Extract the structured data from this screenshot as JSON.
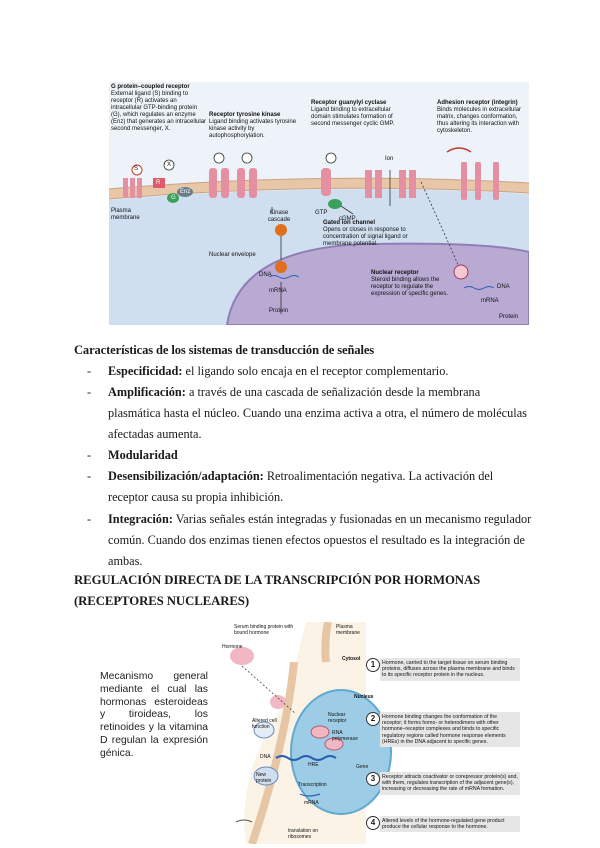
{
  "figure_top": {
    "gpcr_title": "G protein–coupled receptor",
    "gpcr_text": "External ligand (S) binding to receptor (R) activates an intracellular GTP-binding protein (G), which regulates an enzyme (Enz) that generates an intracellular second messenger, X.",
    "rtk_title": "Receptor tyrosine kinase",
    "rtk_text": "Ligand binding activates tyrosine kinase activity by autophosphorylation.",
    "guanylyl_title": "Receptor guanylyl cyclase",
    "guanylyl_text": "Ligand binding to extracellular domain stimulates formation of second messenger cyclic GMP.",
    "adhesion_title": "Adhesion receptor (integrin)",
    "adhesion_text": "Binds molecules in extracellular matrix, changes conformation, thus altering its interaction with cytoskeleton.",
    "plasma_membrane": "Plasma membrane",
    "kinase_cascade": "Kinase cascade",
    "nuclear_envelope": "Nuclear envelope",
    "gated_title": "Gated ion channel",
    "gated_text": "Opens or closes in response to concentration of signal ligand or membrane potential.",
    "nuclear_title": "Nuclear receptor",
    "nuclear_text": "Steroid binding allows the receptor to regulate the expression of specific genes.",
    "ion": "Ion",
    "gtp": "GTP",
    "cgmp": "cGMP",
    "dna": "DNA",
    "mrna": "mRNA",
    "protein": "Protein",
    "dna2": "DNA",
    "mrna2": "mRNA",
    "protein2": "Protein",
    "s_label": "S",
    "r_label": "R",
    "g_label": "G",
    "enz_label": "Enz",
    "x_label": "X"
  },
  "section1": {
    "heading": "Características de los sistemas de transducción de señales",
    "items": [
      {
        "dash": "-",
        "term": "Especificidad:",
        "text": " el ligando solo encaja en el receptor complementario."
      },
      {
        "dash": "-",
        "term": "Amplificación:",
        "text": " a través de una cascada de señalización desde la membrana plasmática hasta el núcleo. Cuando una enzima activa a otra, el número de moléculas afectadas aumenta."
      },
      {
        "dash": "-",
        "term": "Modularidad",
        "text": ""
      },
      {
        "dash": "-",
        "term": "Desensibilización/adaptación:",
        "text": " Retroalimentación negativa. La activación del receptor causa su propia inhibición."
      },
      {
        "dash": "-",
        "term": "Integración:",
        "text": " Varias señales están integradas y fusionadas en un mecanismo regulador común. Cuando dos enzimas tienen efectos opuestos el resultado es la integración de ambas."
      }
    ]
  },
  "section2": {
    "heading_line1": "REGULACIÓN DIRECTA DE LA TRANSCRIPCIÓN POR HORMONAS",
    "heading_line2": "(RECEPTORES NUCLEARES)"
  },
  "leftbox": {
    "text": "Mecanismo general mediante el cual las hormonas esteroideas y tiroideas, los retinoides y la vitamina D regulan la expresión génica."
  },
  "figure_bottom": {
    "serum_label": "Serum binding protein with bound hormone",
    "hormone_label": "Hormone",
    "plasma_membrane": "Plasma membrane",
    "cytosol": "Cytosol",
    "nucleus": "Nucleus",
    "nuclear_receptor": "Nuclear receptor",
    "rna_polymerase": "RNA polymerase",
    "altered_cell": "Altered cell function",
    "dna": "DNA",
    "hre": "HRE",
    "gene": "Gene",
    "transcription": "Transcription",
    "mrna": "mRNA",
    "new_protein": "New protein",
    "translation": "translation on ribosomes",
    "steps": [
      {
        "num": "1",
        "text": "Hormone, carried to the target tissue on serum binding proteins, diffuses across the plasma membrane and binds to its specific receptor protein in the nucleus."
      },
      {
        "num": "2",
        "text": "Hormone binding changes the conformation of the receptor; it forms homo- or heterodimers with other hormone–receptor complexes and binds to specific regulatory regions called hormone response elements (HREs) in the DNA adjacent to specific genes."
      },
      {
        "num": "3",
        "text": "Receptor attracts coactivator or corepressor protein(s) and, with them, regulates transcription of the adjacent gene(s), increasing or decreasing the rate of mRNA formation."
      },
      {
        "num": "4",
        "text": "Altered levels of the hormone-regulated gene product produce the cellular response to the hormone."
      }
    ]
  },
  "colors": {
    "fig_bg": "#dfe8f3",
    "nucleus": "#bdb0d6",
    "membrane": "#f2d9c0",
    "receptor": "#f0a8b4",
    "orange": "#e0701c",
    "green": "#3aa05a"
  }
}
